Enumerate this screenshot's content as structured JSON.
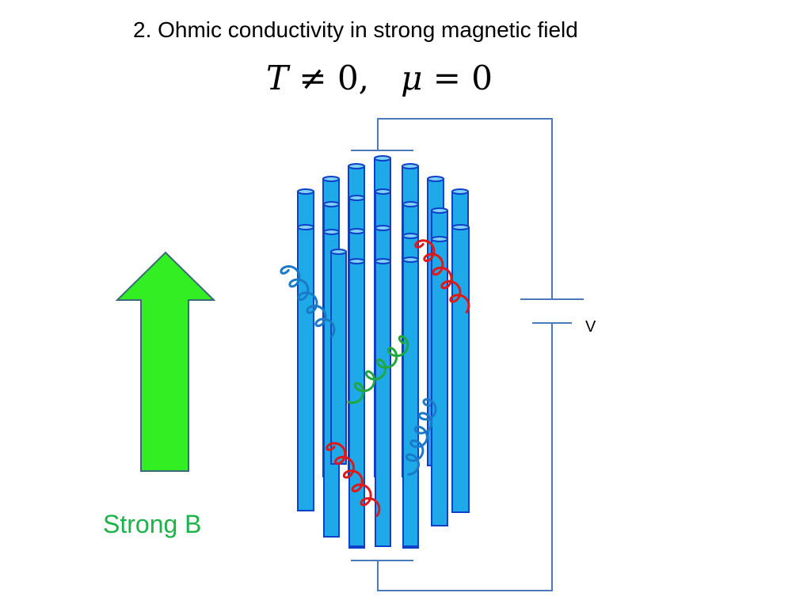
{
  "slide": {
    "title": "2. Ohmic conductivity in strong magnetic field",
    "equation": {
      "temp_symbol": "T",
      "neq_symbol": "≠",
      "zero_one": "0,",
      "mu_symbol": "μ",
      "eq_symbol": "=",
      "zero_two": "0"
    }
  },
  "field_label": "Strong B",
  "voltage_label": "V",
  "colors": {
    "tube_fill": "#1eaae8",
    "tube_stroke": "#1040c8",
    "arrow_fill": "#33ee22",
    "arrow_stroke": "#3a6a7a",
    "circuit": "#4a7ab8",
    "gluon_blue": "#1a7ac8",
    "gluon_red": "#e01818",
    "gluon_green": "#20a840",
    "label_green": "#1fb14a"
  }
}
